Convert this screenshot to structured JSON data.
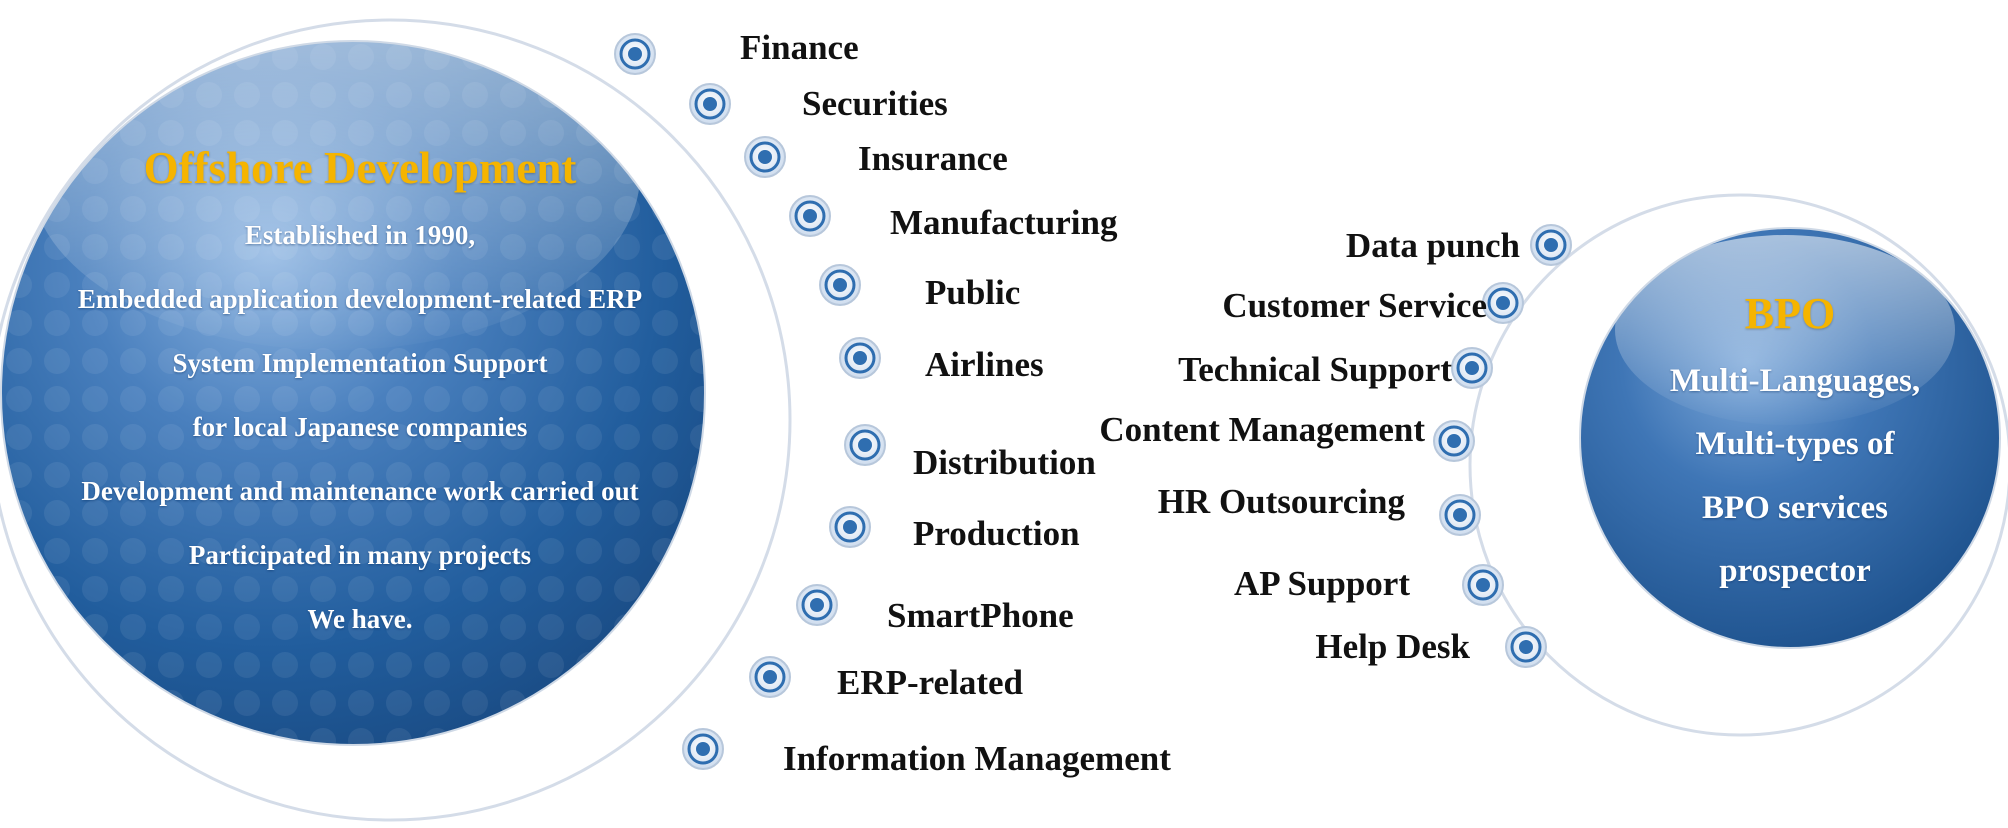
{
  "offshore": {
    "title": "Offshore Development",
    "lines": [
      "Established in 1990,",
      "Embedded application development-related ERP",
      "System Implementation Support",
      "for local Japanese companies",
      "Development and maintenance work carried out",
      "Participated in many projects",
      "We have."
    ]
  },
  "industries": [
    "Finance",
    "Securities",
    "Insurance",
    "Manufacturing",
    "Public",
    "Airlines",
    "Distribution",
    "Production",
    "SmartPhone",
    "ERP-related",
    "Information Management"
  ],
  "bpo": {
    "title": "BPO",
    "lines": [
      "Multi-Languages,",
      "Multi-types of",
      "BPO services",
      "prospector"
    ]
  },
  "services": [
    "Data punch",
    "Customer Service",
    "Technical Support",
    "Content Management",
    "HR Outsourcing",
    "AP Support",
    "Help Desk"
  ],
  "colors": {
    "sphere_dark": "#1e5a9a",
    "sphere_light": "#6f9fd4",
    "title_accent": "#f5b400",
    "ring": "#c9d4e2",
    "label_text": "#111111"
  },
  "icons": {
    "marker": "concentric-ring-bullet-icon"
  }
}
